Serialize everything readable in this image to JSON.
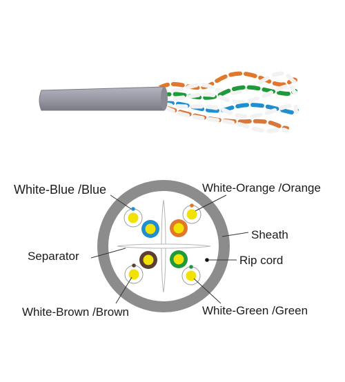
{
  "labels": {
    "white_blue": "White-Blue /Blue",
    "white_orange": "White-Orange /Orange",
    "sheath": "Sheath",
    "separator": "Separator",
    "rip_cord": "Rip cord",
    "white_brown": "White-Brown /Brown",
    "white_green": "White-Green /Green"
  },
  "colors": {
    "sheath": "#8c8c8c",
    "blue": "#1f8fd1",
    "orange": "#e0772b",
    "brown": "#5b4033",
    "green": "#1f9a3a",
    "core_yellow": "#f2e200",
    "insulation_white": "#ffffff"
  }
}
